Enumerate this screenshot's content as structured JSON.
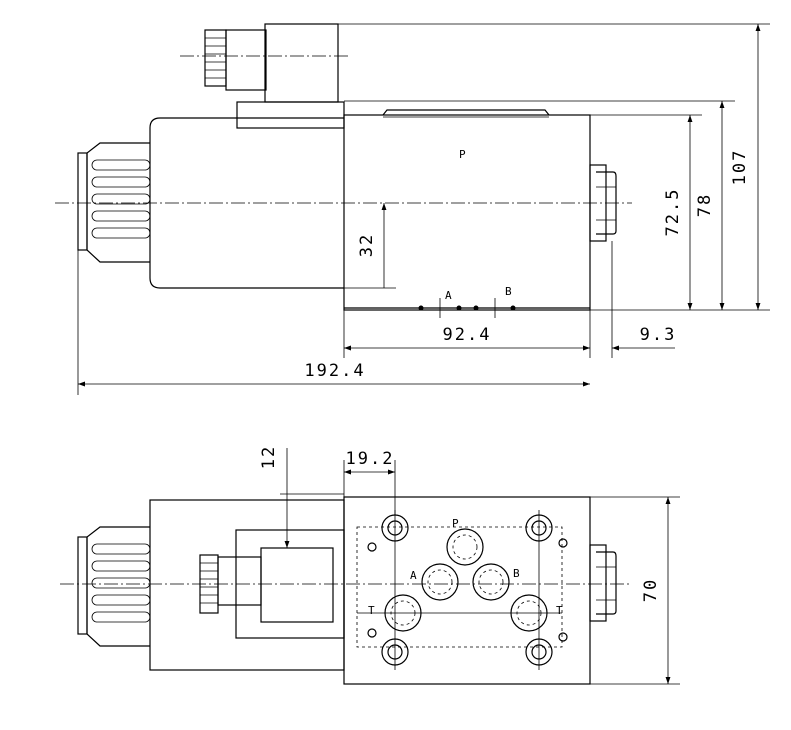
{
  "dimensions": {
    "d107": "107",
    "d78": "78",
    "d72_5": "72.5",
    "d32": "32",
    "d92_4": "92.4",
    "d9_3": "9.3",
    "d192_4": "192.4",
    "d12": "12",
    "d19_2": "19.2",
    "d70": "70"
  },
  "ports": {
    "p": "P",
    "a": "A",
    "b": "B",
    "t": "T"
  }
}
